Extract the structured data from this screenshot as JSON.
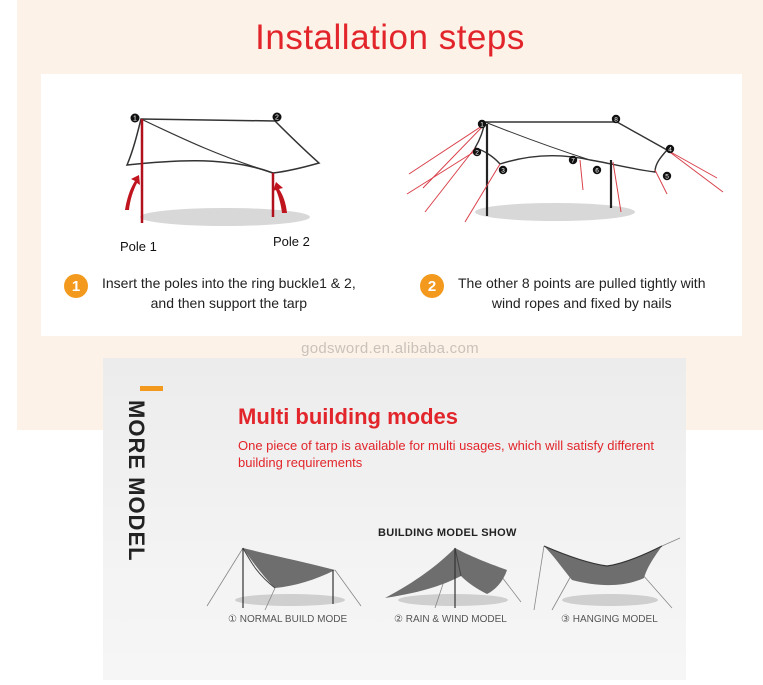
{
  "header": {
    "title": "Installation steps"
  },
  "install": {
    "pole_labels": [
      "Pole 1",
      "Pole 2"
    ],
    "point_labels": [
      "1",
      "2",
      "3",
      "4",
      "5",
      "6",
      "7",
      "8"
    ],
    "steps": [
      {
        "number": "1",
        "line1": "Insert the poles into the ring buckle1 & 2,",
        "line2": "and then support the tarp"
      },
      {
        "number": "2",
        "line1": "The other 8 points are pulled tightly with",
        "line2": "wind ropes and fixed by nails"
      }
    ]
  },
  "watermark": "godsword.en.alibaba.com",
  "more_model": {
    "vertical_label": "MORE MODEL",
    "title": "Multi building modes",
    "description": "One piece of tarp is available for multi usages, which will satisfy different building requirements",
    "show_title": "BUILDING MODEL SHOW",
    "modes": [
      "① NORMAL BUILD MODE",
      "② RAIN & WIND MODEL",
      "③ HANGING MODEL"
    ]
  },
  "colors": {
    "accent_red": "#e2252b",
    "accent_orange": "#f39a1e"
  }
}
